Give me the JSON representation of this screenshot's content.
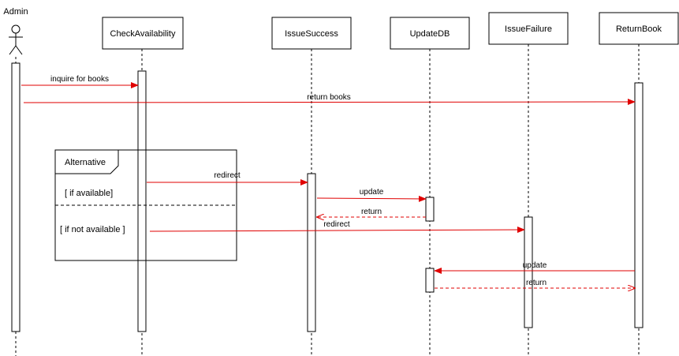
{
  "actor": {
    "name": "Admin"
  },
  "participants": [
    {
      "id": "check",
      "label": "CheckAvailability"
    },
    {
      "id": "success",
      "label": "IssueSuccess"
    },
    {
      "id": "db",
      "label": "UpdateDB"
    },
    {
      "id": "failure",
      "label": "IssueFailure"
    },
    {
      "id": "return",
      "label": "ReturnBook"
    }
  ],
  "messages": {
    "inquire": "inquire for books",
    "return_books": "return books",
    "redirect_1": "redirect",
    "update_1": "update",
    "return_1": "return",
    "redirect_2": "redirect",
    "update_2": "update",
    "return_2": "return"
  },
  "fragment": {
    "title": "Alternative",
    "guard_1": "[ if available]",
    "guard_2": "[ if not available ]"
  },
  "colors": {
    "message": "#e00000",
    "line": "#000000",
    "background": "#ffffff"
  }
}
